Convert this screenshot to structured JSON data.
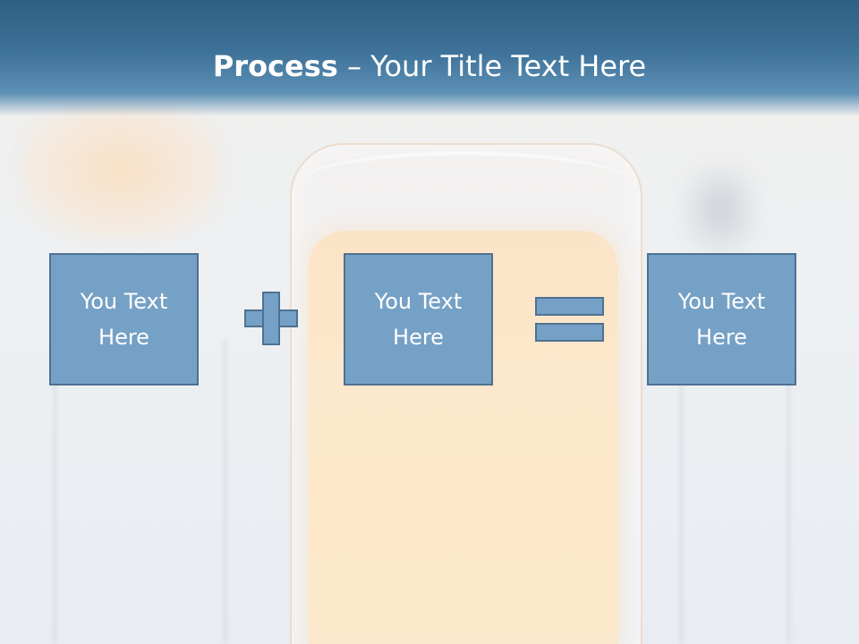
{
  "slide": {
    "title_bold": "Process",
    "title_rest": " – Your Title Text Here"
  },
  "process": {
    "steps": [
      {
        "line1": "You Text",
        "line2": "Here"
      },
      {
        "line1": "You Text",
        "line2": "Here"
      },
      {
        "line1": "You Text",
        "line2": "Here"
      }
    ],
    "operators": [
      "plus-icon",
      "equals-icon"
    ]
  },
  "colors": {
    "title_bar": "#3e7299",
    "box_fill": "#76a1c6",
    "box_border": "#4f7191",
    "text": "#ffffff"
  }
}
